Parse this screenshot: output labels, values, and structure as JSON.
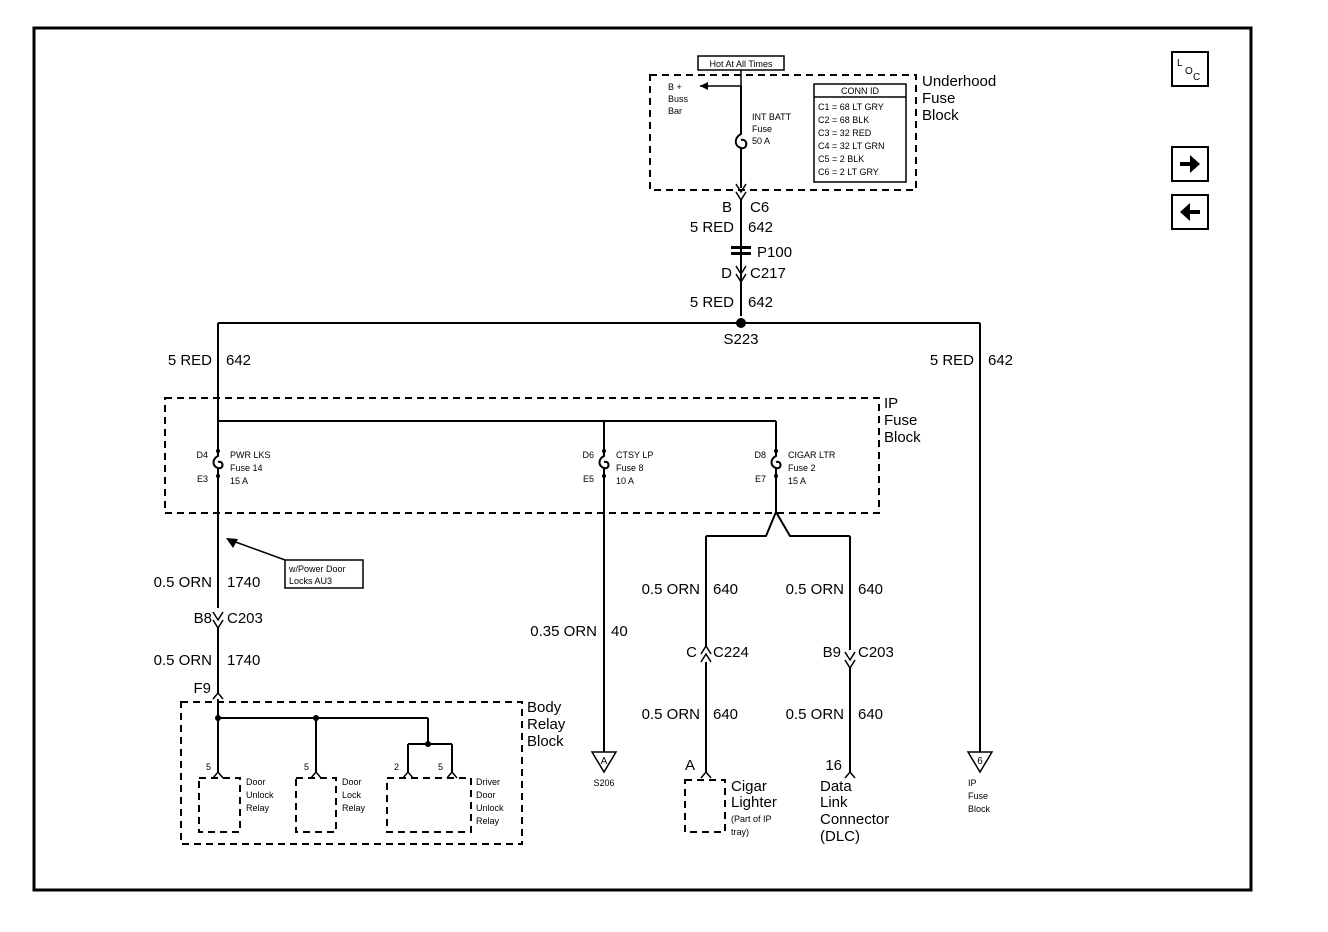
{
  "header": {
    "hot_label": "Hot At All Times"
  },
  "nav": {
    "loc": "LOC",
    "forward": "→",
    "back": "←"
  },
  "underhood": {
    "title1": "Underhood",
    "title2": "Fuse",
    "title3": "Block",
    "bbus1": "B +",
    "bbus2": "Buss",
    "bbus3": "Bar",
    "fuse1": "INT BATT",
    "fuse2": "Fuse",
    "fuse3": "50 A",
    "conn_title": "CONN ID",
    "conn_ids": [
      "C1 = 68 LT GRY",
      "C2 = 68 BLK",
      "C3 = 32 RED",
      "C4 = 32 LT GRN",
      "C5 = 2 BLK",
      "C6 = 2 LT GRY"
    ]
  },
  "trunk": {
    "pinB": "B",
    "connC6": "C6",
    "wire1_gauge": "5 RED",
    "wire1_circuit": "642",
    "p100": "P100",
    "pinD": "D",
    "connC217": "C217",
    "wire2_gauge": "5 RED",
    "wire2_circuit": "642",
    "splice": "S223"
  },
  "left_branch": {
    "gauge": "5 RED",
    "circuit": "642"
  },
  "right_branch": {
    "gauge": "5 RED",
    "circuit": "642",
    "ref_num": "6",
    "ref1": "IP",
    "ref2": "Fuse",
    "ref3": "Block"
  },
  "ipblock": {
    "title1": "IP",
    "title2": "Fuse",
    "title3": "Block",
    "f1_in": "D4",
    "f1_out": "E3",
    "f1_a": "PWR LKS",
    "f1_b": "Fuse 14",
    "f1_c": "15 A",
    "f2_in": "D6",
    "f2_out": "E5",
    "f2_a": "CTSY LP",
    "f2_b": "Fuse 8",
    "f2_c": "10 A",
    "f3_in": "D8",
    "f3_out": "E7",
    "f3_a": "CIGAR LTR",
    "f3_b": "Fuse 2",
    "f3_c": "15 A"
  },
  "note": {
    "line1": "w/Power Door",
    "line2": "Locks AU3"
  },
  "left_circuit": {
    "w1_gauge": "0.5 ORN",
    "w1_circuit": "1740",
    "pinB8": "B8",
    "connC203": "C203",
    "w2_gauge": "0.5 ORN",
    "w2_circuit": "1740",
    "pinF9": "F9"
  },
  "relay_block": {
    "title1": "Body",
    "title2": "Relay",
    "title3": "Block",
    "r1_pin": "5",
    "r1_a": "Door",
    "r1_b": "Unlock",
    "r1_c": "Relay",
    "r2_pin": "5",
    "r2_a": "Door",
    "r2_b": "Lock",
    "r2_c": "Relay",
    "r3_pin1": "2",
    "r3_pin2": "5",
    "r3_a": "Driver",
    "r3_b": "Door",
    "r3_c": "Unlock",
    "r3_d": "Relay"
  },
  "ctsy": {
    "gauge": "0.35 ORN",
    "circuit": "40",
    "ref": "S206"
  },
  "cigar": {
    "w1_gauge": "0.5 ORN",
    "w1_circuit": "640",
    "pinC": "C",
    "connC224": "C224",
    "w2_gauge": "0.5 ORN",
    "w2_circuit": "640",
    "pinA": "A",
    "name1": "Cigar",
    "name2": "Lighter",
    "part1": "(Part of IP",
    "part2": "tray)"
  },
  "dlc": {
    "w1_gauge": "0.5 ORN",
    "w1_circuit": "640",
    "pinB9": "B9",
    "connC203": "C203",
    "w2_gauge": "0.5 ORN",
    "w2_circuit": "640",
    "pin16": "16",
    "name1": "Data",
    "name2": "Link",
    "name3": "Connector",
    "name4": "(DLC)"
  }
}
